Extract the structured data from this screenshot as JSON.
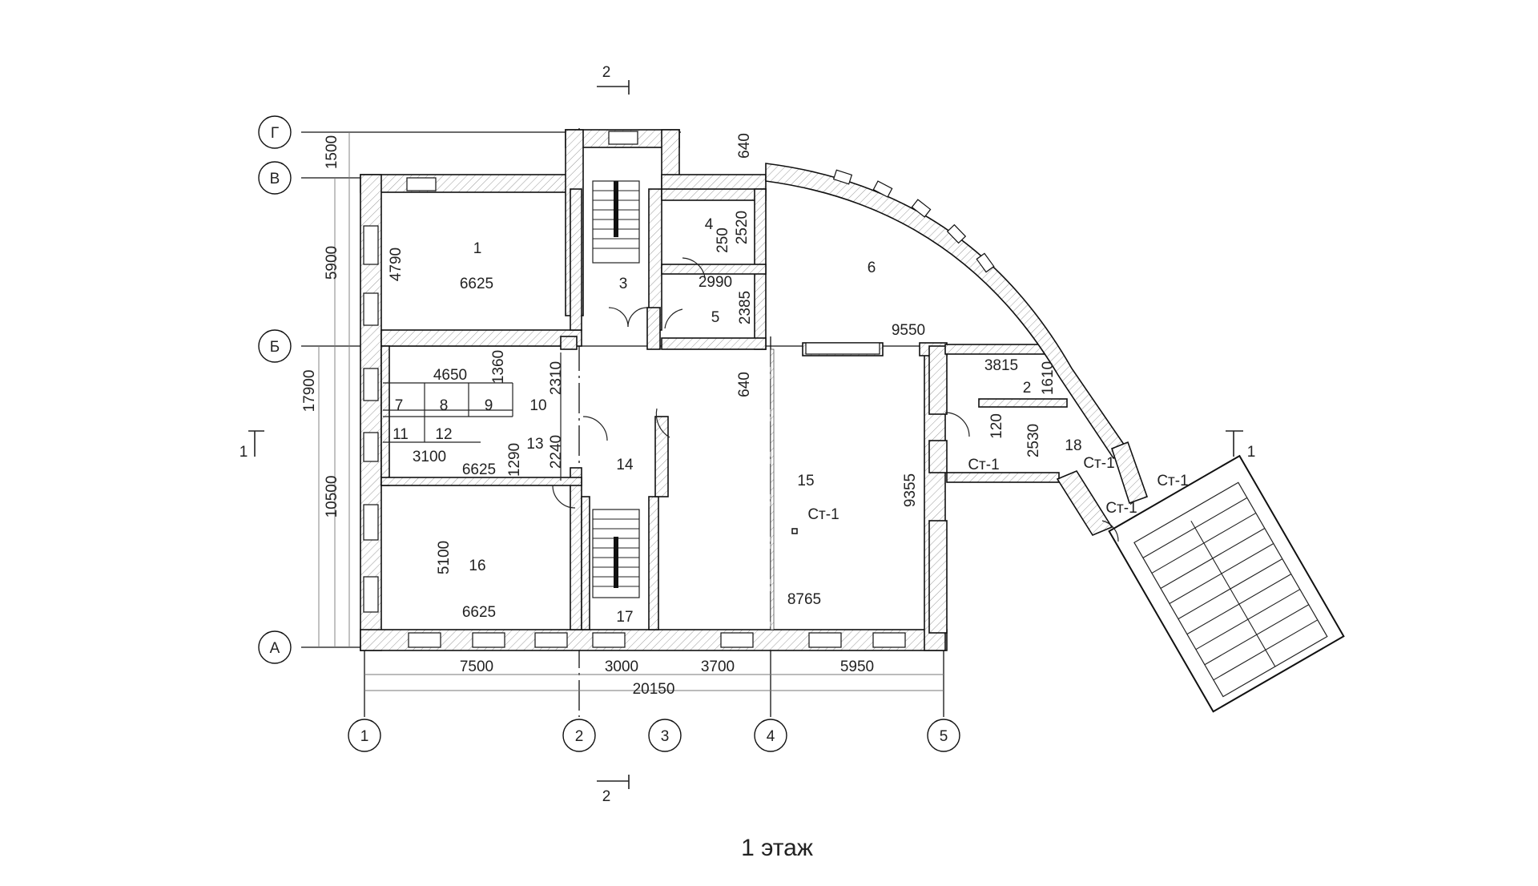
{
  "title": "1 этаж",
  "axes": {
    "rows": [
      "А",
      "Б",
      "В",
      "Г"
    ],
    "columns": [
      "1",
      "2",
      "3",
      "4",
      "5"
    ]
  },
  "section_marks": {
    "section_1": "1",
    "section_2": "2"
  },
  "dimensions": {
    "bottom": [
      "7500",
      "3000",
      "3700",
      "5950"
    ],
    "bottom_total": "20150",
    "left": [
      "1500",
      "5900",
      "17900",
      "10500"
    ],
    "room_1": [
      "4790",
      "6625"
    ],
    "room_4": [
      "250",
      "2520"
    ],
    "room_5": [
      "2990",
      "2385"
    ],
    "top_wall": "640",
    "mid_wall": "640",
    "room_6_span": "9550",
    "room_2": [
      "3815",
      "1610"
    ],
    "room_18": [
      "120",
      "2530"
    ],
    "center_block": [
      "4650",
      "1360",
      "2310",
      "3100",
      "6625",
      "1290",
      "2240"
    ],
    "room_15": [
      "9355",
      "8765"
    ],
    "room_16": [
      "5100",
      "6625"
    ]
  },
  "rooms": [
    {
      "id": "1"
    },
    {
      "id": "2"
    },
    {
      "id": "3"
    },
    {
      "id": "4"
    },
    {
      "id": "5"
    },
    {
      "id": "6"
    },
    {
      "id": "7"
    },
    {
      "id": "8"
    },
    {
      "id": "9"
    },
    {
      "id": "10"
    },
    {
      "id": "11"
    },
    {
      "id": "12"
    },
    {
      "id": "13"
    },
    {
      "id": "14"
    },
    {
      "id": "15"
    },
    {
      "id": "16"
    },
    {
      "id": "17"
    },
    {
      "id": "18"
    }
  ],
  "column_tags": [
    "Ст-1",
    "Ст-1",
    "Ст-1",
    "Ст-1",
    "Ст-1"
  ]
}
